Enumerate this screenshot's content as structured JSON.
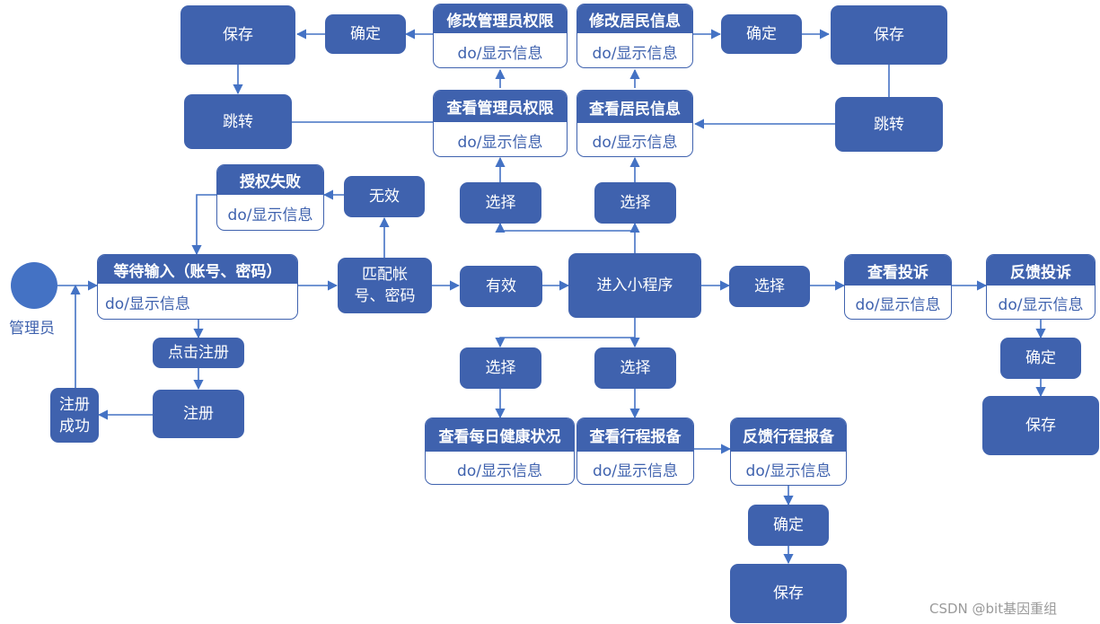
{
  "actor": {
    "label": "管理员"
  },
  "cards": {
    "login": {
      "title": "等待输入（账号、密码）",
      "body": "do/显示信息"
    },
    "auth_fail": {
      "title": "授权失败",
      "body": "do/显示信息"
    },
    "edit_admin": {
      "title": "修改管理员权限",
      "body": "do/显示信息"
    },
    "view_admin": {
      "title": "查看管理员权限",
      "body": "do/显示信息"
    },
    "edit_resident": {
      "title": "修改居民信息",
      "body": "do/显示信息"
    },
    "view_resident": {
      "title": "查看居民信息",
      "body": "do/显示信息"
    },
    "view_complaint": {
      "title": "查看投诉",
      "body": "do/显示信息"
    },
    "feedback_complaint": {
      "title": "反馈投诉",
      "body": "do/显示信息"
    },
    "daily_health": {
      "title": "查看每日健康状况",
      "body": "do/显示信息"
    },
    "view_trip": {
      "title": "查看行程报备",
      "body": "do/显示信息"
    },
    "feedback_trip": {
      "title": "反馈行程报备",
      "body": "do/显示信息"
    }
  },
  "boxes": {
    "save_tl": "保存",
    "confirm_tl": "确定",
    "jump_tl": "跳转",
    "confirm_tr": "确定",
    "save_tr": "保存",
    "jump_tr": "跳转",
    "invalid": "无效",
    "match": "匹配帐号、密码",
    "valid": "有效",
    "enter_app": "进入小程序",
    "select_up_left": "选择",
    "select_up_right": "选择",
    "select_right": "选择",
    "select_down_left": "选择",
    "select_down_right": "选择",
    "click_register": "点击注册",
    "register": "注册",
    "register_success": "注册成功",
    "confirm_right": "确定",
    "save_right": "保存",
    "confirm_bottom": "确定",
    "save_bottom": "保存"
  },
  "watermark": "CSDN @bit基因重组",
  "colors": {
    "node_fill": "#3f62ae",
    "start_fill": "#4472c4",
    "edge": "#4472c4",
    "card_border": "#3f62ae"
  }
}
